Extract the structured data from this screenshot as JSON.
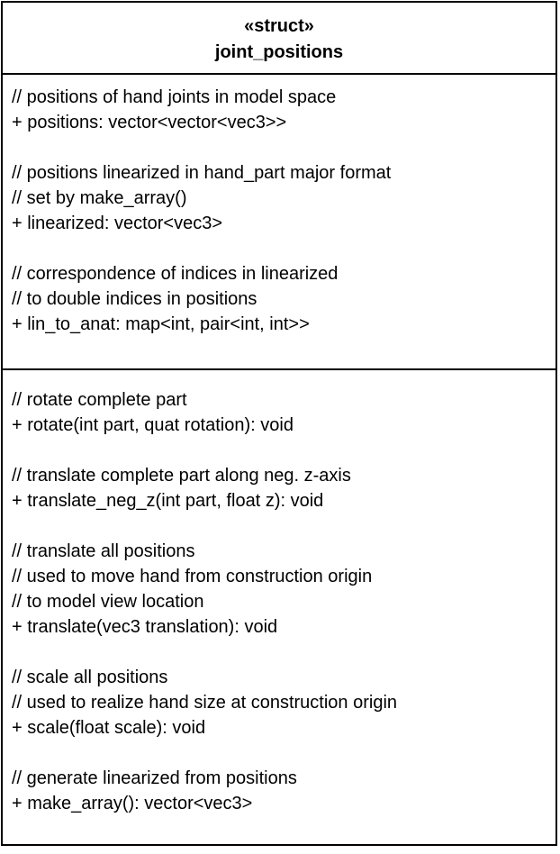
{
  "class": {
    "stereotype": "«struct»",
    "name": "joint_positions"
  },
  "attributes": [
    "// positions of hand joints in model space",
    "+ positions: vector<vector<vec3>>",
    "// positions linearized in hand_part major format",
    "// set by make_array()",
    "+ linearized: vector<vec3>",
    "// correspondence of indices in linearized",
    "// to double indices in positions",
    "+ lin_to_anat: map<int, pair<int, int>>"
  ],
  "operations": [
    "// rotate complete part",
    "+ rotate(int part, quat rotation): void",
    "// translate complete part along neg. z-axis",
    "+ translate_neg_z(int part, float z): void",
    "// translate all positions",
    "// used to move hand from construction origin",
    "// to model view location",
    "+ translate(vec3 translation): void",
    "// scale all positions",
    "// used to realize hand size at construction origin",
    "+ scale(float scale): void",
    "// generate linearized from positions",
    "+ make_array(): vector<vec3>"
  ]
}
